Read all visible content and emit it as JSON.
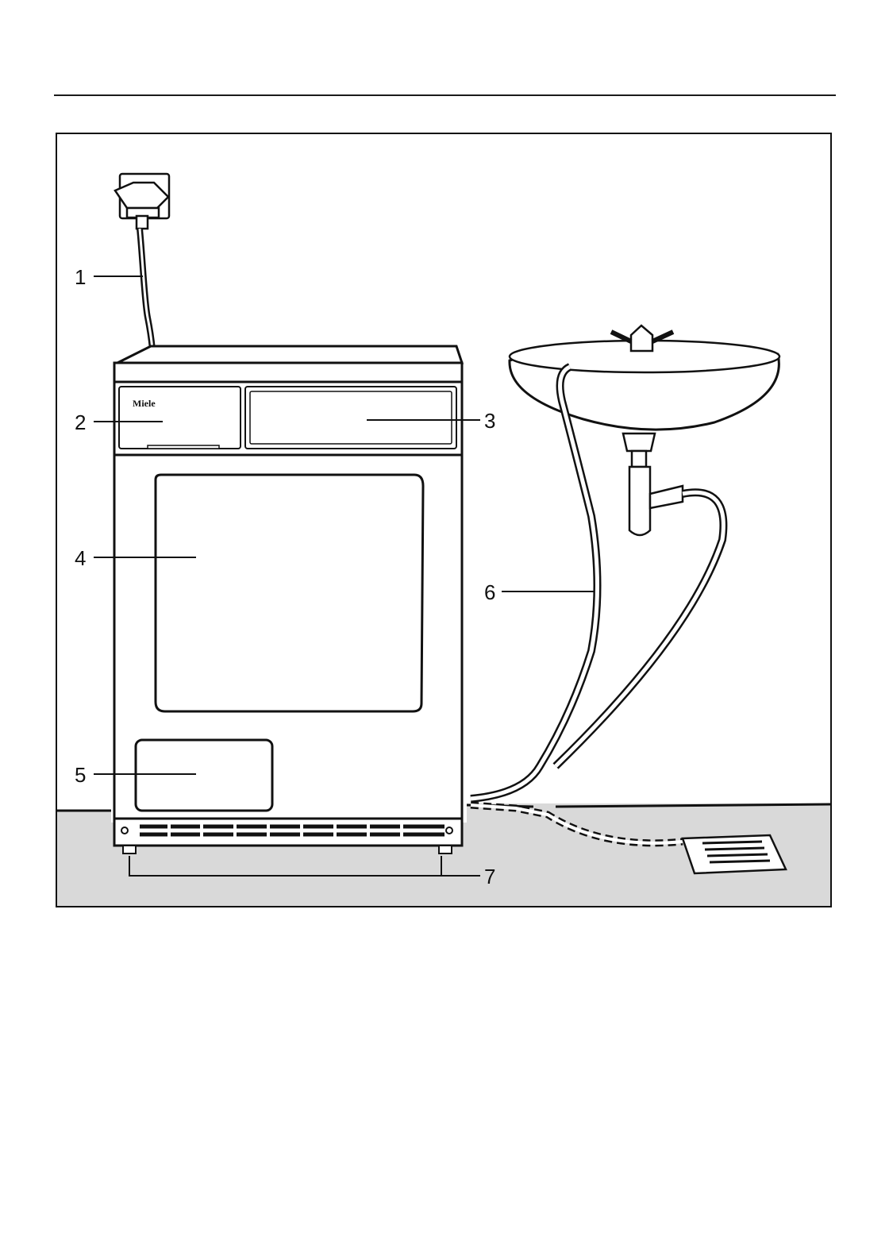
{
  "figure": {
    "brand_logo_text": "Miele",
    "callouts": [
      {
        "id": "1",
        "label": "1"
      },
      {
        "id": "2",
        "label": "2"
      },
      {
        "id": "3",
        "label": "3"
      },
      {
        "id": "4",
        "label": "4"
      },
      {
        "id": "5",
        "label": "5"
      },
      {
        "id": "6",
        "label": "6"
      },
      {
        "id": "7",
        "label": "7"
      }
    ]
  },
  "colors": {
    "line": "#111111",
    "floor": "#d9d9d9",
    "background": "#ffffff"
  }
}
